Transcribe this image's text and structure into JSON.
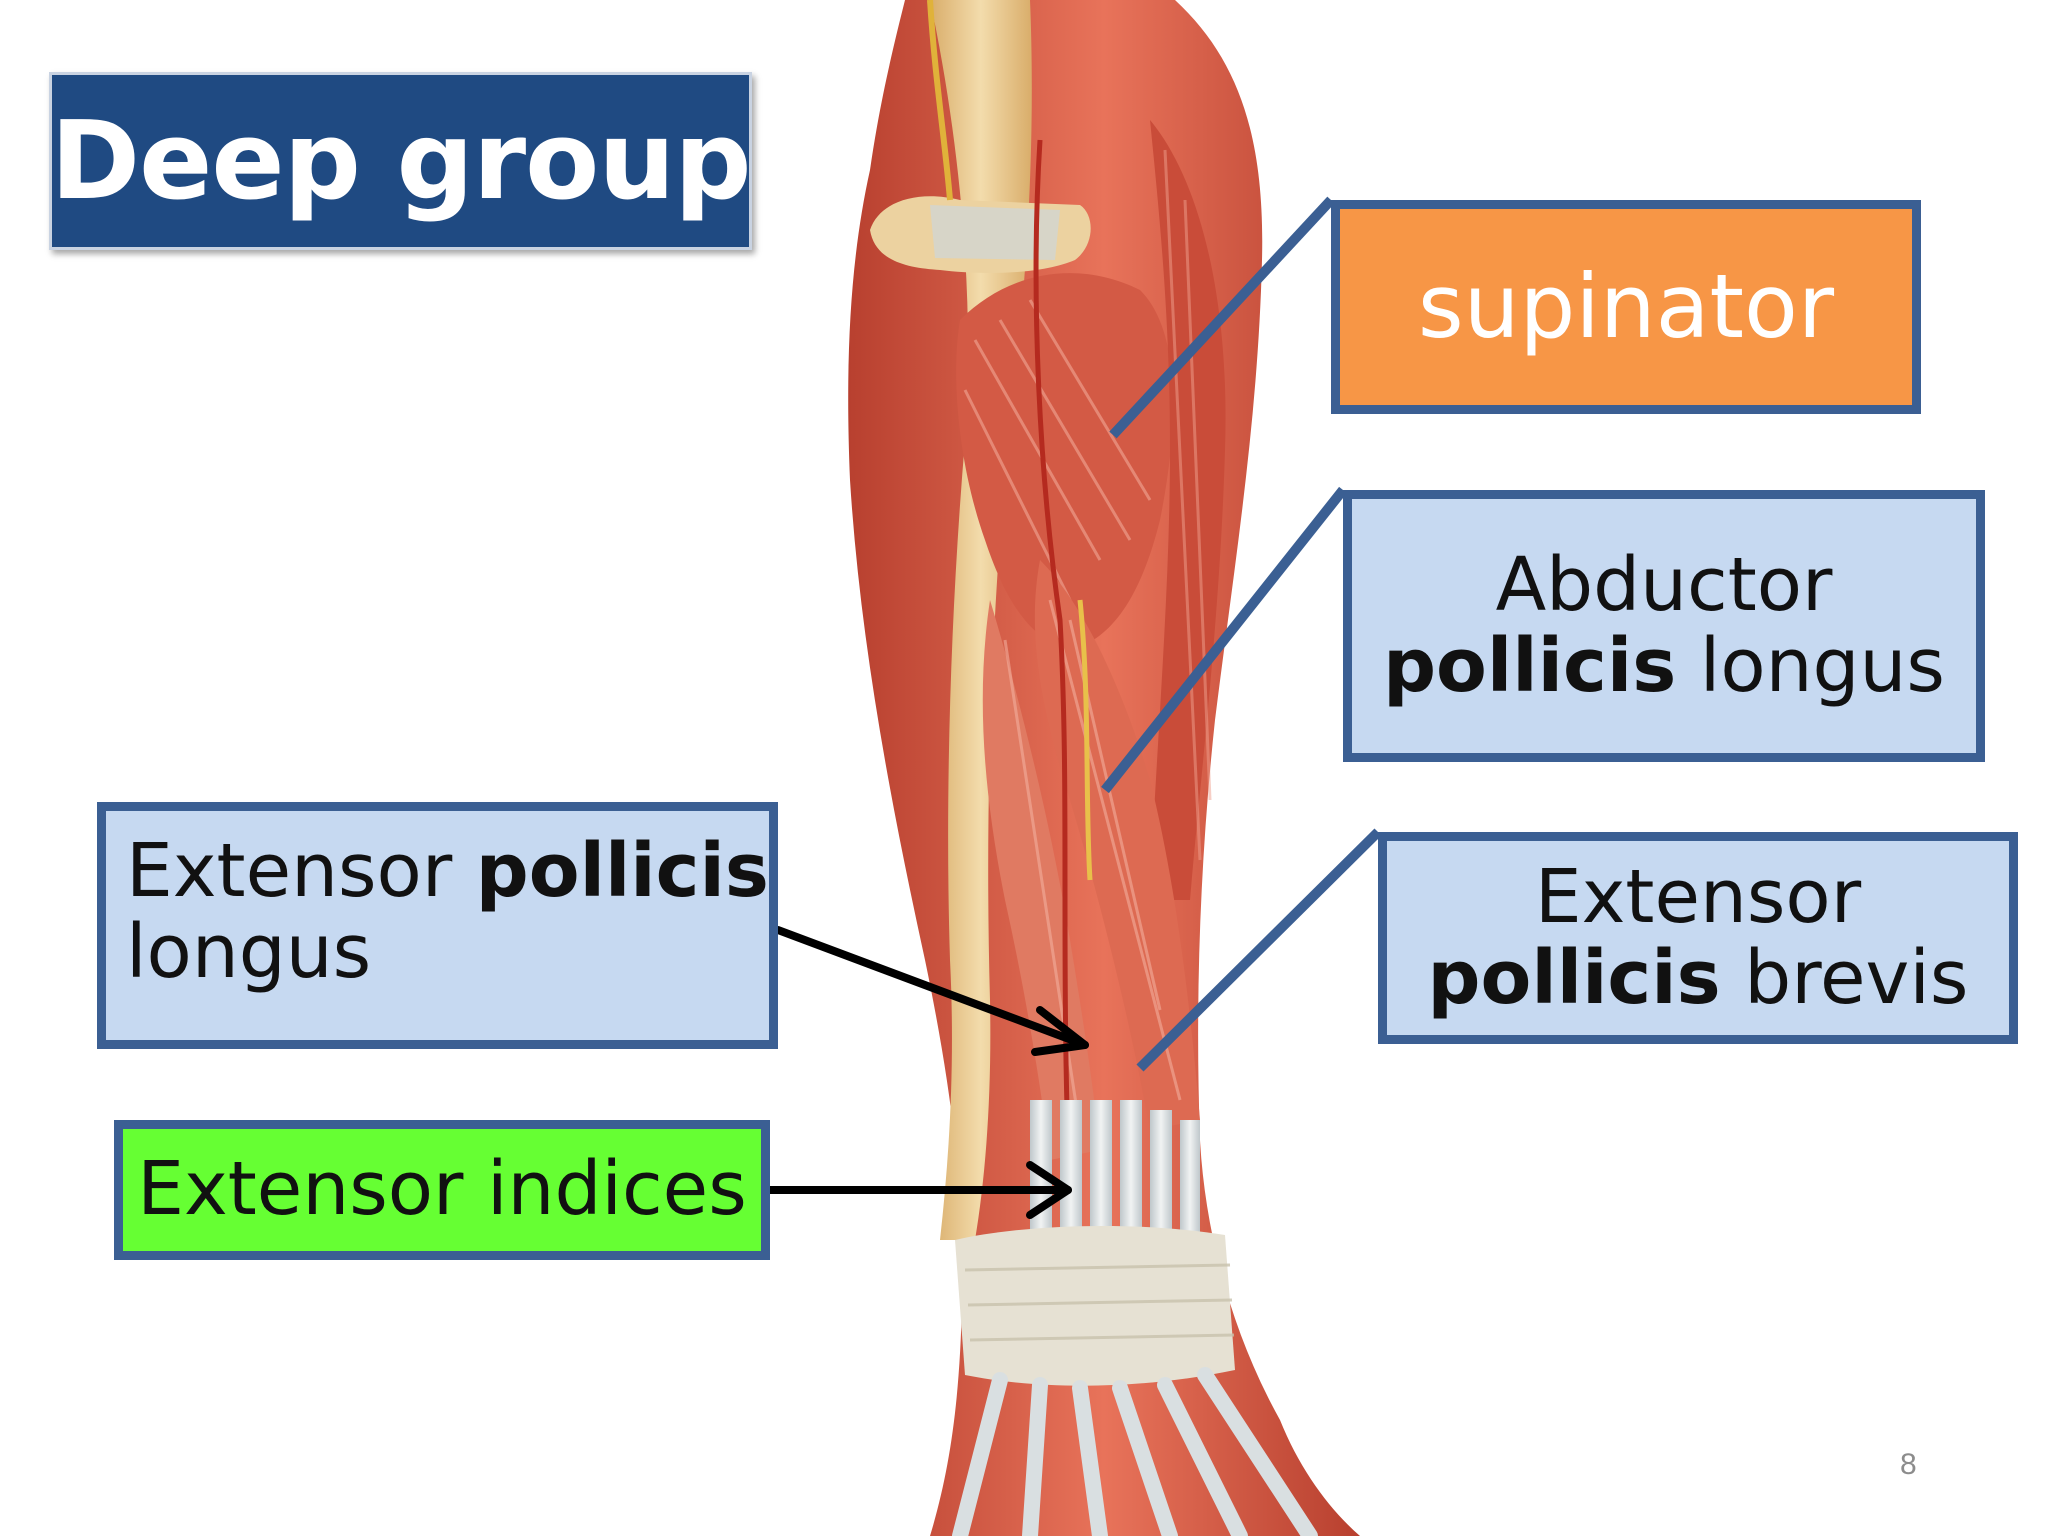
{
  "slide": {
    "title": "Deep group",
    "page_number": "8"
  },
  "labels": {
    "supinator": "supinator",
    "abductor_line1": "Abductor",
    "abductor_bold": "pollicis",
    "abductor_rest": " longus",
    "epb_line1": "Extensor",
    "epb_bold": "pollicis",
    "epb_rest": " brevis",
    "epl_plain": "Extensor ",
    "epl_bold": "pollicis",
    "epl_line2": "longus",
    "ei": "Extensor indices"
  },
  "colors": {
    "title_bg": "#1f4a82",
    "box_border": "#3b5f93",
    "blue_box_bg": "#c6d9f1",
    "orange_box_bg": "#f79646",
    "green_box_bg": "#66ff33",
    "muscle": "#d9604a",
    "tendon": "#dfe3e4",
    "bone": "#e9c78c"
  }
}
